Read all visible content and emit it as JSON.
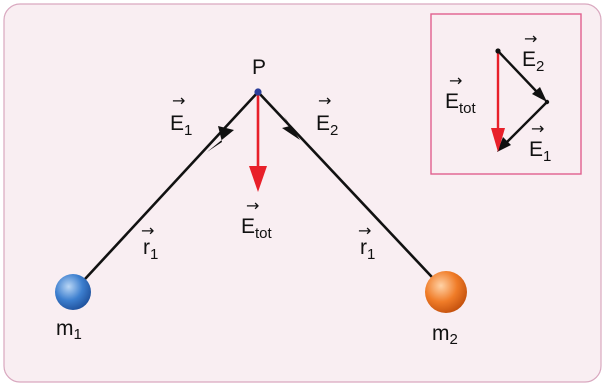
{
  "colors": {
    "background": "#f9eef2",
    "panel_border": "#d9a8bf",
    "inset_border": "#e0608f",
    "line": "#111111",
    "resultant": "#e8202a",
    "point": "#2c3e9a",
    "mass1": "#3d7fcf",
    "mass2": "#f07c28"
  },
  "labels": {
    "point": "P",
    "e1": "E",
    "e1_sub": "1",
    "e2": "E",
    "e2_sub": "2",
    "etot": "E",
    "etot_sub": "tot",
    "r_left": "r",
    "r_left_sub": "1",
    "r_right": "r",
    "r_right_sub": "1",
    "m1": "m",
    "m1_sub": "1",
    "m2": "m",
    "m2_sub": "2",
    "inset_e2": "E",
    "inset_e2_sub": "2",
    "inset_etot": "E",
    "inset_etot_sub": "tot",
    "inset_e1": "E",
    "inset_e1_sub": "1"
  },
  "vector_arrow": "→"
}
